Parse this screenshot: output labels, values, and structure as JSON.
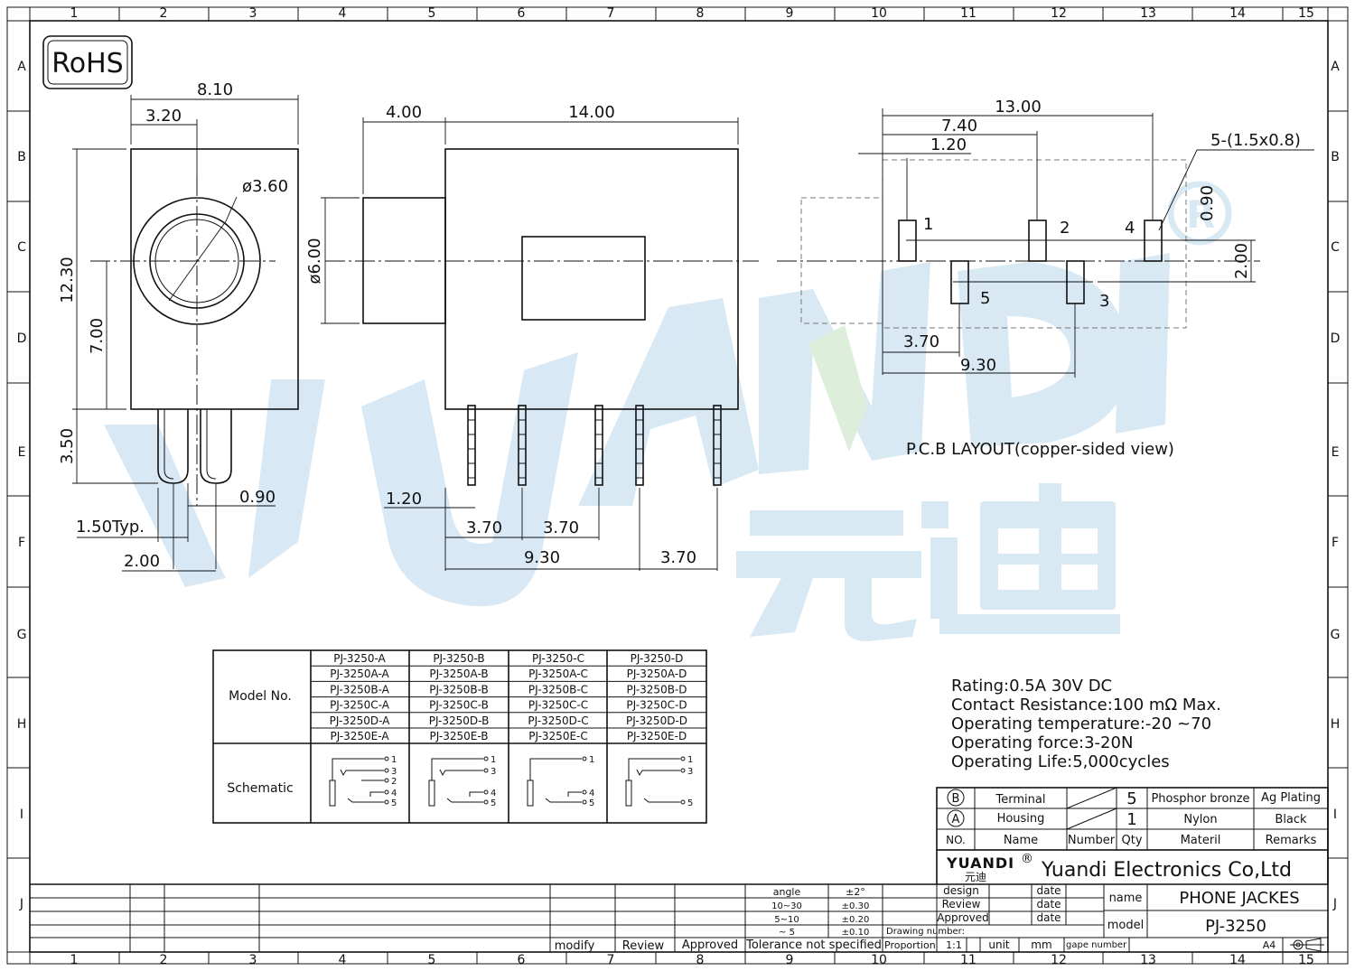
{
  "frame": {
    "col_labels": [
      "1",
      "2",
      "3",
      "4",
      "5",
      "6",
      "7",
      "8",
      "9",
      "10",
      "11",
      "12",
      "13",
      "14",
      "15"
    ],
    "row_labels": [
      "A",
      "B",
      "C",
      "D",
      "E",
      "F",
      "G",
      "H",
      "I",
      "J"
    ]
  },
  "rohs": "RoHS",
  "watermark": {
    "latin": "YUANDI",
    "cjk": "元迪",
    "reg": "®"
  },
  "side_view": {
    "d_width": "8.10",
    "d_offset": "3.20",
    "d_diameter": "ø3.60",
    "d_height": "12.30",
    "d_center": "7.00",
    "d_pin": "3.50",
    "d_pin_w": "0.90",
    "d_pitch": "1.50Typ.",
    "d_span": "2.00"
  },
  "front_view": {
    "d_nose": "4.00",
    "d_body": "14.00",
    "d_dia": "ø6.00",
    "d_pin_w": "1.20",
    "d_p1": "3.70",
    "d_p2": "3.70",
    "d_p3": "9.30",
    "d_p4": "3.70"
  },
  "pcb": {
    "d_total": "13.00",
    "d_740": "7.40",
    "d_120": "1.20",
    "d_hole": "5-(1.5x0.8)",
    "d_090": "0.90",
    "d_200": "2.00",
    "d_370": "3.70",
    "d_930": "9.30",
    "pin_labels": [
      "1",
      "2",
      "4",
      "5",
      "3"
    ],
    "caption": "P.C.B LAYOUT(copper-sided view)"
  },
  "model_table": {
    "label_model": "Model No.",
    "label_schematic": "Schematic",
    "rows": [
      [
        "PJ-3250-A",
        "PJ-3250-B",
        "PJ-3250-C",
        "PJ-3250-D"
      ],
      [
        "PJ-3250A-A",
        "PJ-3250A-B",
        "PJ-3250A-C",
        "PJ-3250A-D"
      ],
      [
        "PJ-3250B-A",
        "PJ-3250B-B",
        "PJ-3250B-C",
        "PJ-3250B-D"
      ],
      [
        "PJ-3250C-A",
        "PJ-3250C-B",
        "PJ-3250C-C",
        "PJ-3250C-D"
      ],
      [
        "PJ-3250D-A",
        "PJ-3250D-B",
        "PJ-3250D-C",
        "PJ-3250D-D"
      ],
      [
        "PJ-3250E-A",
        "PJ-3250E-B",
        "PJ-3250E-C",
        "PJ-3250E-D"
      ]
    ],
    "schematic_pins": [
      [
        "1",
        "3",
        "2",
        "4",
        "5"
      ],
      [
        "1",
        "3",
        "4",
        "5"
      ],
      [
        "1",
        "4",
        "5"
      ],
      [
        "1",
        "3",
        "5"
      ]
    ]
  },
  "specs": [
    "Rating:0.5A 30V DC",
    "Contact Resistance:100 mΩ Max.",
    "Operating temperature:-20 ~70",
    "Operating force:3-20N",
    "Operating Life:5,000cycles"
  ],
  "bom": {
    "rows": [
      {
        "mark": "B",
        "name": "Terminal",
        "qty": "5",
        "material": "Phosphor bronze",
        "remarks": "Ag Plating"
      },
      {
        "mark": "A",
        "name": "Housing",
        "qty": "1",
        "material": "Nylon",
        "remarks": "Black"
      }
    ],
    "header": {
      "no": "NO.",
      "name": "Name",
      "number": "Number",
      "qty": "Qty",
      "material": "Materil",
      "remarks": "Remarks"
    }
  },
  "title_block": {
    "logo": "YUANDI",
    "logo_cjk": "元迪",
    "reg": "®",
    "company": "Yuandi Electronics Co,Ltd",
    "labels": {
      "design": "design",
      "review": "Review",
      "approved": "Approved",
      "date": "date",
      "name": "name",
      "model": "model",
      "drawing_number": "Drawing number:",
      "proportion": "Proportion",
      "ratio": "1:1",
      "unit": "unit",
      "mm": "mm",
      "gape_number": "gape number",
      "a4": "A4"
    },
    "name_value": "PHONE JACKES",
    "model_value": "PJ-3250",
    "tolerance": [
      {
        "range": "angle",
        "value": "±2°"
      },
      {
        "range": "10~30",
        "value": "±0.30"
      },
      {
        "range": "5~10",
        "value": "±0.20"
      },
      {
        "range": "~ 5",
        "value": "±0.10"
      }
    ],
    "tolerance_label": "Tolerance not specified",
    "bottom_labels": {
      "modify": "modify",
      "review": "Review",
      "approved": "Approved"
    }
  }
}
